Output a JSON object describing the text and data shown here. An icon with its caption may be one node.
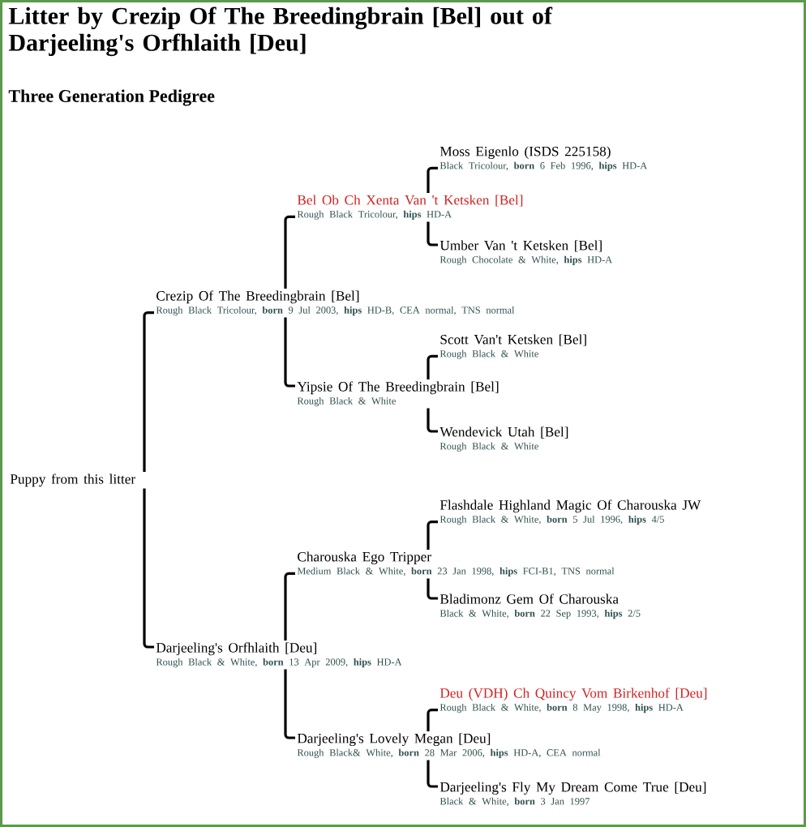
{
  "diagram": {
    "title": "Litter by Crezip Of The Breedingbrain [Bel] out of Darjeeling's Orfhlaith [Deu]",
    "nodes": [
      {
        "text": [
          "Puppy from this litter"
        ]
      },
      {
        "text": [
          "Crezip Of The Breedingbrain [Bel]",
          "Rough Black Tricolour, **born** 9 Jul 2003, **hips** HD-B, CEA normal, TNS normal"
        ]
      },
      {
        "text": [
          "Bel Ob Ch Xenta Van 't Ketsken [Bel]",
          "Rough Black Tricolour, **hips** HD-A"
        ]
      },
      {
        "text": [
          "Moss Eigenlo (ISDS 225158)",
          "Black Tricolour, **born** 6 Feb 1996, **hips** HD-A"
        ]
      },
      {
        "text": [
          "Umber Van 't Ketsken [Bel]",
          "Rough Chocolate & White, **hips** HD-A"
        ]
      },
      {
        "text": [
          "Yipsie Of The Breedingbrain [Bel]",
          "Rough Black & White"
        ]
      },
      {
        "text": [
          "Scott Van't Ketsken [Bel]",
          "Rough Black & White"
        ]
      },
      {
        "text": [
          "Wendevick Utah [Bel]",
          "Rough Black & White"
        ]
      },
      {
        "text": [
          "Darjeeling's Orfhlaith [Deu]",
          "Rough Black & White, **born** 13 Apr 2009, **hips** HD-A"
        ]
      },
      {
        "text": [
          "Charouska Ego Tripper",
          "Medium Black & White, **born** 23 Jan 1998, **hips** FCI-B1, TNS normal"
        ]
      },
      {
        "text": [
          "Flashdale Highland Magic Of Charouska JW",
          "Rough Black & White, **born** 5 Jul 1996, **hips** 4/5"
        ]
      },
      {
        "text": [
          "Bladimonz Gem Of Charouska",
          "Black & White, **born** 22 Sep 1993, **hips** 2/5"
        ]
      },
      {
        "text": [
          "Darjeeling's Lovely Megan [Deu]",
          "Rough Black& White, **born** 28 Mar 2006, **hips** HD-A, CEA normal"
        ]
      },
      {
        "text": [
          "Deu (VDH) Ch Quincy Vom Birkenhof [Deu]",
          "Rough Black & White, **born** 8 May 1998, **hips** HD-A"
        ]
      },
      {
        "text": [
          "Darjeeling's Fly My Dream Come True [Deu]",
          "Black & White, **born** 3 Jan 1997"
        ]
      }
    ],
    "edges": [
      {
        "from": 0,
        "to": 1,
        "arrow": "none"
      },
      {
        "from": 0,
        "to": 8,
        "arrow": "none"
      },
      {
        "from": 1,
        "to": 2,
        "arrow": "none"
      },
      {
        "from": 1,
        "to": 5,
        "arrow": "none"
      },
      {
        "from": 2,
        "to": 3,
        "arrow": "none"
      },
      {
        "from": 2,
        "to": 4,
        "arrow": "none"
      },
      {
        "from": 5,
        "to": 6,
        "arrow": "none"
      },
      {
        "from": 5,
        "to": 7,
        "arrow": "none"
      },
      {
        "from": 8,
        "to": 9,
        "arrow": "none"
      },
      {
        "from": 8,
        "to": 12,
        "arrow": "none"
      },
      {
        "from": 9,
        "to": 10,
        "arrow": "none"
      },
      {
        "from": 9,
        "to": 11,
        "arrow": "none"
      },
      {
        "from": 12,
        "to": 13,
        "arrow": "none"
      },
      {
        "from": 12,
        "to": 14,
        "arrow": "none"
      }
    ],
    "labels": [
      "Three Generation Pedigree"
    ]
  }
}
